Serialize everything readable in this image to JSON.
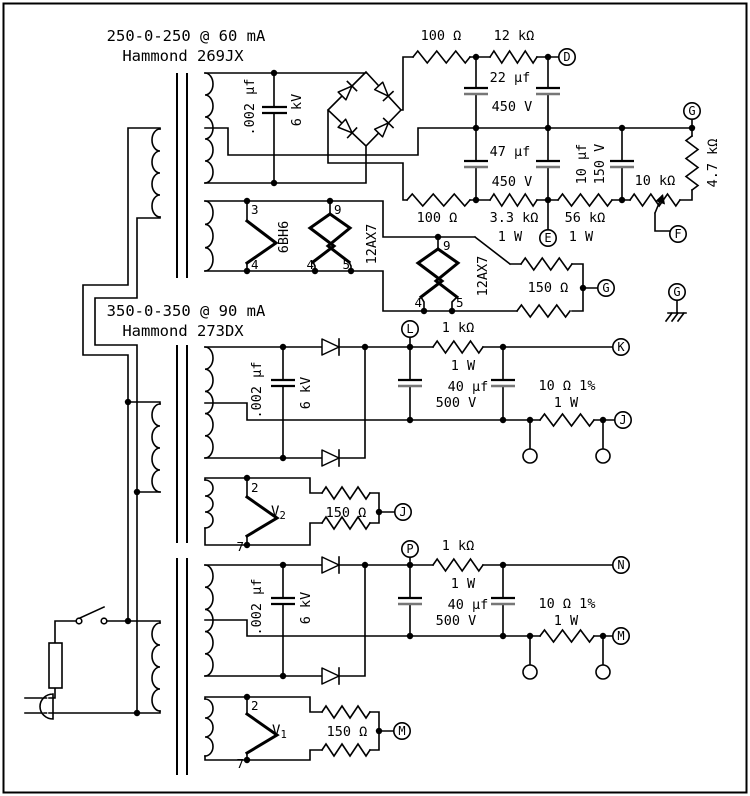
{
  "transformers": {
    "t1_rating": "250-0-250 @ 60 mA",
    "t1_model": "Hammond 269JX",
    "t2_rating": "350-0-350 @ 90 mA",
    "t2_model": "Hammond 273DX"
  },
  "line_cap": {
    "value": ".002 µf",
    "rating": "6 kV"
  },
  "bias": {
    "r100_top": "100 Ω",
    "r12k": "12 kΩ",
    "c22": "22 µf",
    "v450": "450 V",
    "c47": "47 µf",
    "c10": "10 µf",
    "v150": "150 V",
    "r100_bot": "100 Ω",
    "r3k3": "3.3 kΩ",
    "w1": "1 W",
    "r56k": "56 kΩ",
    "pot": "10 kΩ",
    "r4k7": "4.7 kΩ"
  },
  "heater": {
    "tube1": "6BH6",
    "tube2": "12AX7",
    "r150": "150 Ω",
    "pin2": "2",
    "pin3": "3",
    "pin4": "4",
    "pin5": "5",
    "pin7": "7",
    "pin9": "9",
    "v1": {
      "base": "V",
      "sub": "1"
    },
    "v2": {
      "base": "V",
      "sub": "2"
    }
  },
  "b_plus": {
    "r1k": "1 kΩ",
    "w1": "1 W",
    "c40": "40 µf",
    "v500": "500 V",
    "r10": "10 Ω 1%"
  },
  "terminals": [
    "D",
    "G",
    "E",
    "F",
    "G",
    "G",
    "L",
    "K",
    "J",
    "J",
    "P",
    "N",
    "M",
    "M"
  ]
}
